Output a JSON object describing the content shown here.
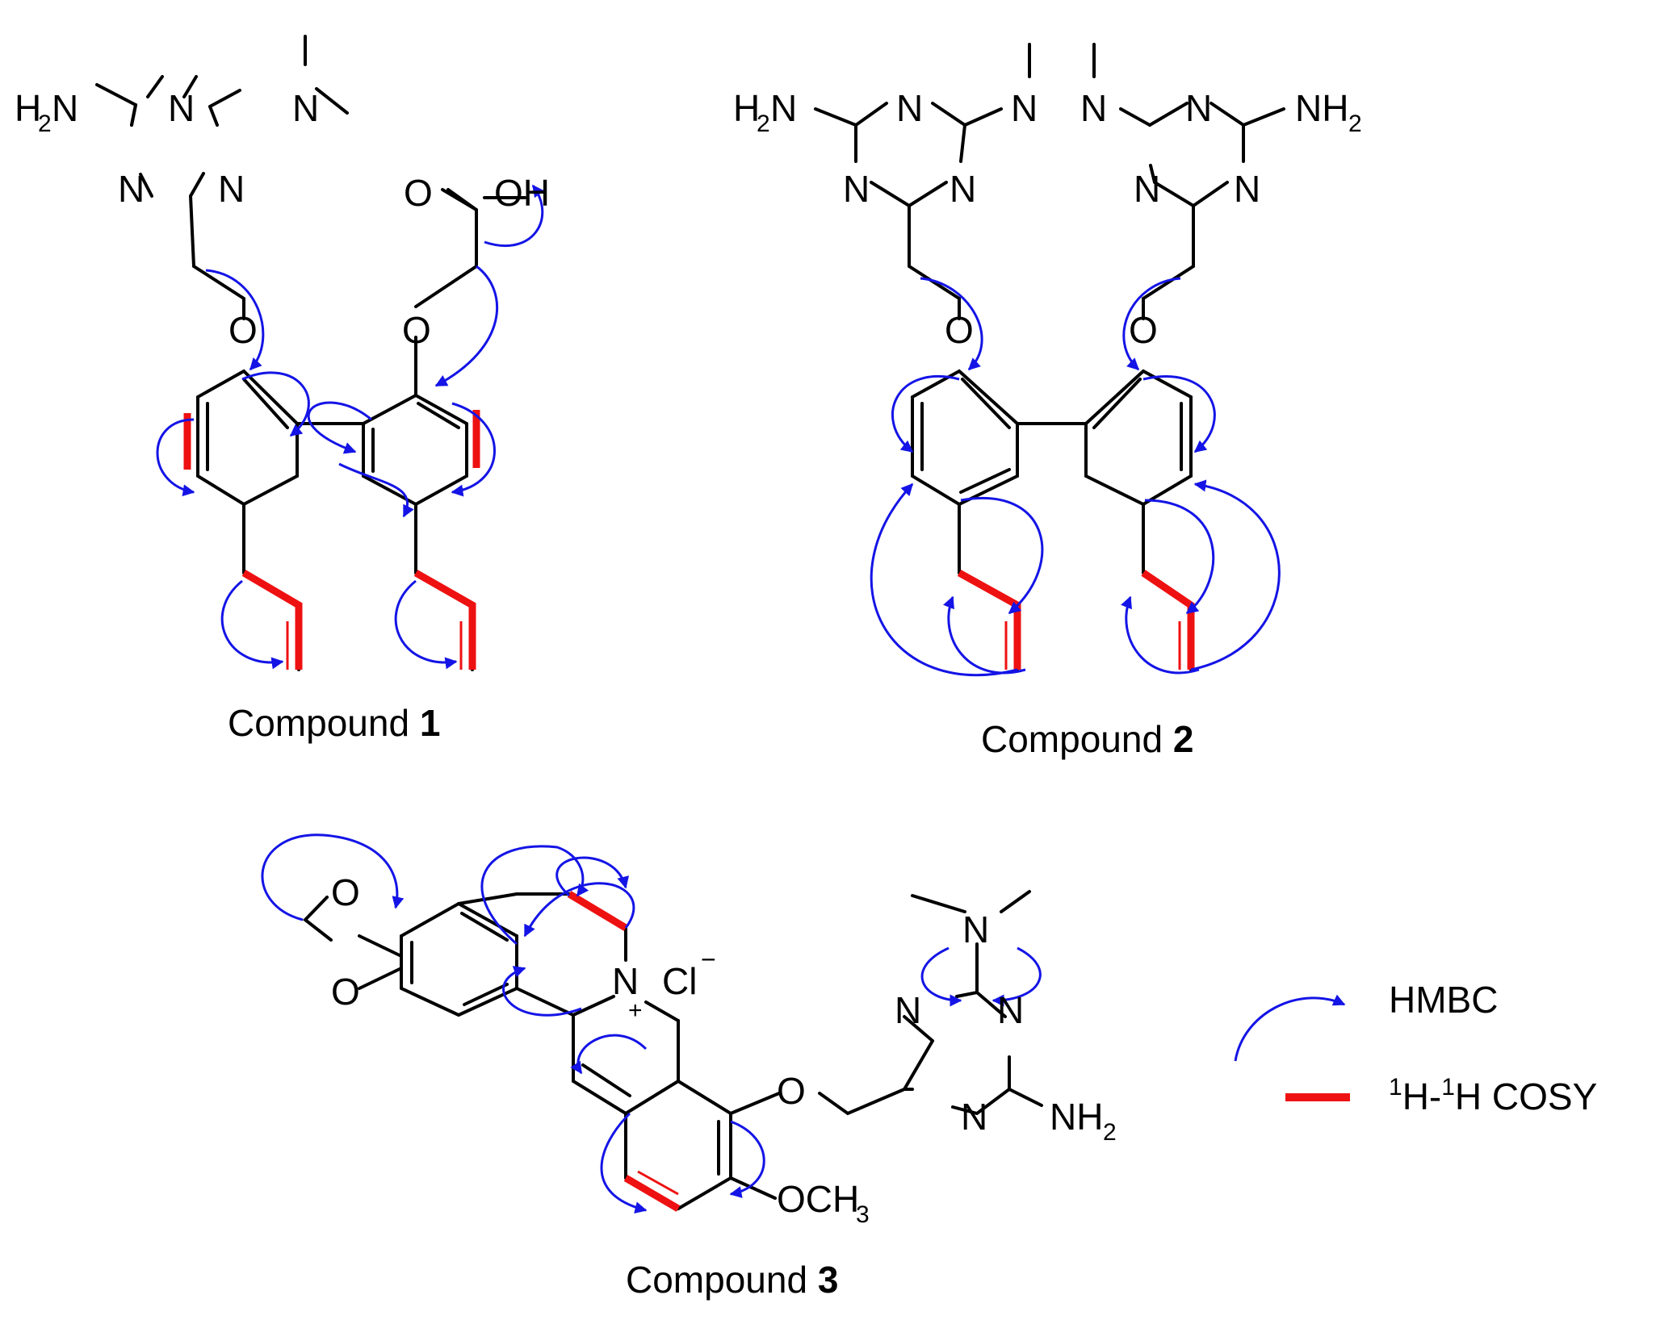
{
  "colors": {
    "bond": "#000000",
    "hmbc": "#1414e6",
    "cosy": "#ee1111"
  },
  "compounds": [
    {
      "prefix": "Compound ",
      "number": "1"
    },
    {
      "prefix": "Compound ",
      "number": "2"
    },
    {
      "prefix": "Compound ",
      "number": "3"
    }
  ],
  "legend": {
    "hmbc_label": "HMBC",
    "cosy_label_sup1": "1",
    "cosy_label_mid": "H-",
    "cosy_label_sup2": "1",
    "cosy_label_end": "H COSY"
  },
  "atoms": {
    "n": "N",
    "o": "O",
    "oh": "OH",
    "h2n_h": "H",
    "h2n_sub": "2",
    "h2n_n": "N",
    "nh2_nh": "NH",
    "nh2_sub": "2",
    "cl": "Cl",
    "minus": "−",
    "plus": "+",
    "och3_och": "OCH",
    "och3_sub": "3"
  }
}
